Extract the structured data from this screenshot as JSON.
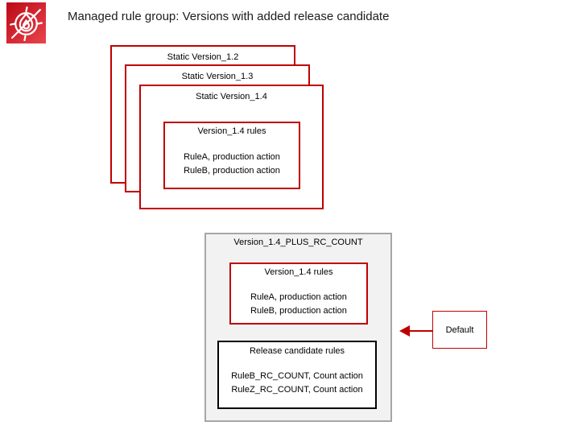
{
  "header": {
    "title": "Managed rule group: Versions with added release candidate",
    "icon": "aws-waf-firewall-icon"
  },
  "diagram": {
    "stack": [
      {
        "label": "Static Version_1.2"
      },
      {
        "label": "Static Version_1.3"
      },
      {
        "label": "Static Version_1.4"
      }
    ],
    "stack_rules_box": {
      "title": "Version_1.4 rules",
      "rules": [
        "RuleA, production action",
        "RuleB, production action"
      ]
    },
    "combined_box": {
      "title": "Version_1.4_PLUS_RC_COUNT",
      "version_rules": {
        "title": "Version_1.4 rules",
        "rules": [
          "RuleA, production action",
          "RuleB, production action"
        ]
      },
      "release_candidate": {
        "title": "Release candidate rules",
        "rules": [
          "RuleB_RC_COUNT, Count action",
          "RuleZ_RC_COUNT, Count action"
        ]
      }
    },
    "default_pointer": {
      "label": "Default"
    }
  },
  "colors": {
    "box_red": "#c00000",
    "gray_border": "#a6a6a6",
    "gray_fill": "#f2f2f2",
    "black_border": "#000000",
    "icon_gradient_start": "#bd0816",
    "icon_gradient_end": "#e8454d"
  }
}
